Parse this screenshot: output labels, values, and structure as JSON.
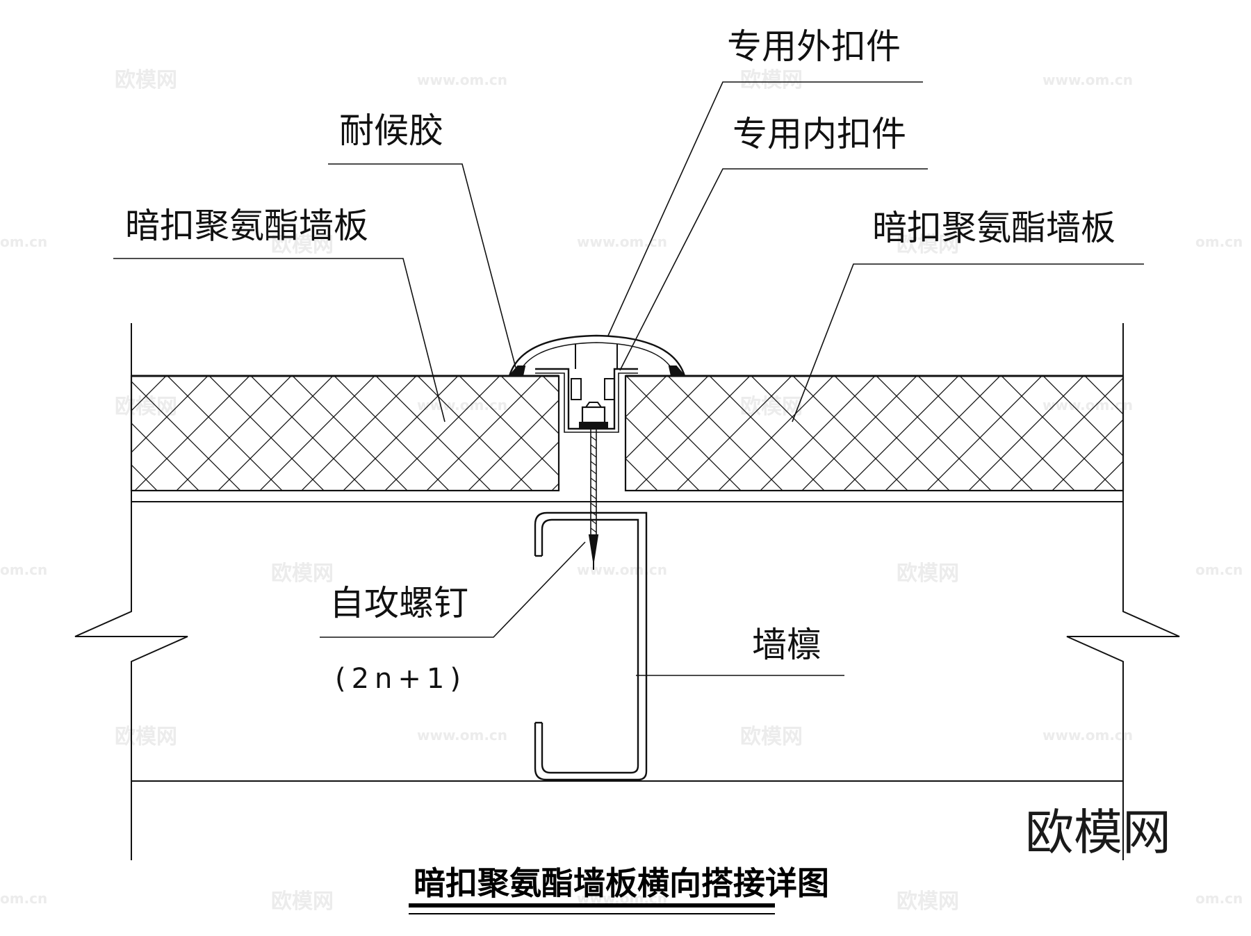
{
  "drawing": {
    "title": "暗扣聚氨酯墙板横向搭接详图",
    "brand_watermark": "欧模网",
    "tile_watermark": "欧模网",
    "tile_watermark_url": "www.om.cn",
    "tile_watermark_url_cut": "om.cn"
  },
  "labels": {
    "outer_fastener": "专用外扣件",
    "inner_fastener": "专用内扣件",
    "sealant": "耐候胶",
    "panel_left": "暗扣聚氨酯墙板",
    "panel_right": "暗扣聚氨酯墙板",
    "screw": "自攻螺钉",
    "screw_count": "(2n+1)",
    "purlin": "墙檩"
  }
}
